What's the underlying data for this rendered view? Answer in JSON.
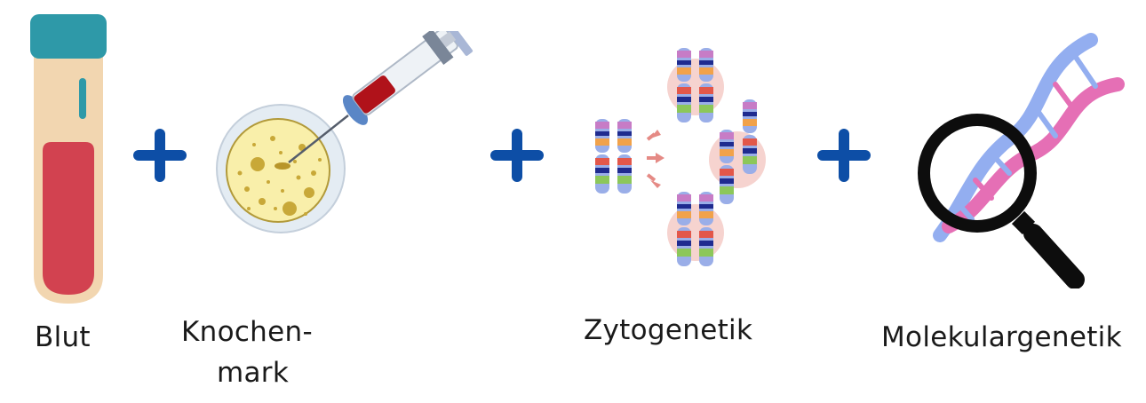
{
  "labels": {
    "blood": "Blut",
    "bone_marrow_line1": "Knochen-",
    "bone_marrow_line2": "mark",
    "cytogenetics": "Zytogenetik",
    "molecular_genetics": "Molekulargenetik"
  },
  "icons": {
    "blood": "blood-tube-icon",
    "bone_marrow": "bone-marrow-syringe-icon",
    "cytogenetics": "chromosomes-icon",
    "molecular_genetics": "dna-magnifier-icon",
    "plus": "plus-icon"
  },
  "colors": {
    "plus": "#0d4ea6",
    "blood_red": "#d24250",
    "tube_cap": "#2e99a8",
    "tube_body": "#f2d6b0",
    "dna_pink": "#e56fb5",
    "dna_blue": "#93aef0"
  }
}
